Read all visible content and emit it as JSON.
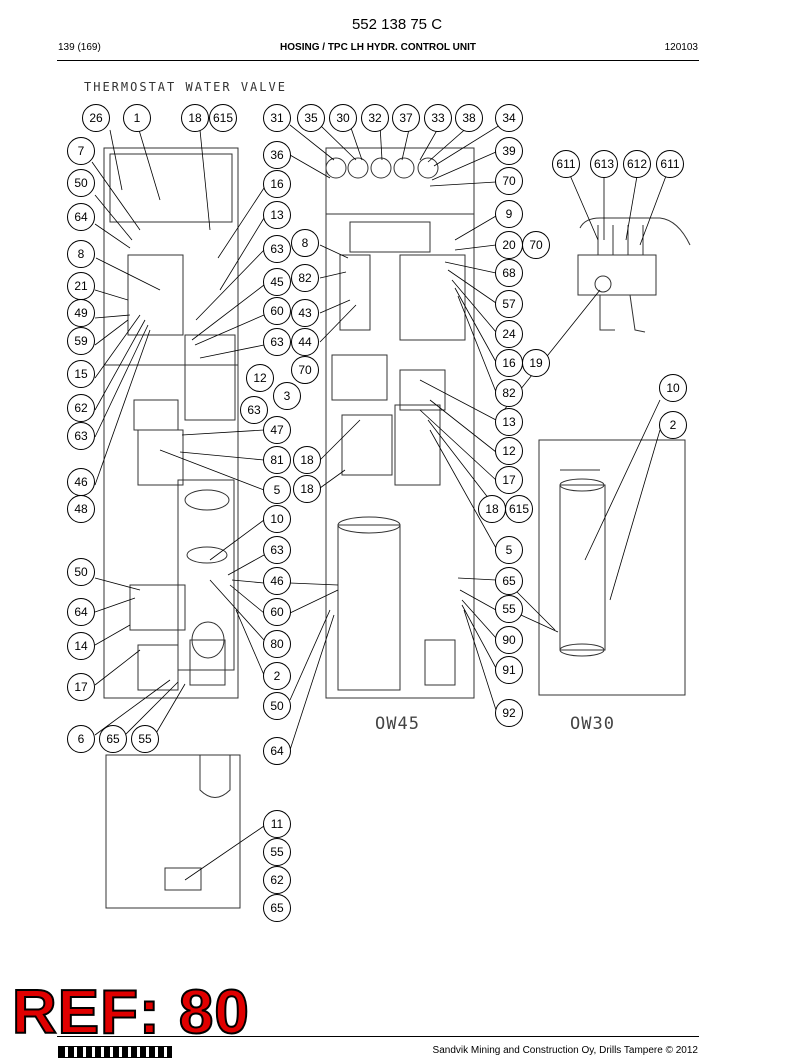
{
  "header": {
    "doc_number": "552 138 75 C",
    "page": "139 (169)",
    "title": "HOSING / TPC LH HYDR. CONTROL UNIT",
    "code": "120103"
  },
  "drawing": {
    "title": "THERMOSTAT WATER VALVE",
    "views": [
      "OW45",
      "OW30"
    ],
    "callouts": [
      "26",
      "1",
      "18",
      "615",
      "31",
      "35",
      "30",
      "32",
      "37",
      "33",
      "38",
      "34",
      "7",
      "36",
      "39",
      "611",
      "613",
      "612",
      "611",
      "50",
      "16",
      "70",
      "64",
      "13",
      "9",
      "8",
      "63",
      "8",
      "20",
      "70",
      "82",
      "68",
      "21",
      "45",
      "57",
      "49",
      "60",
      "43",
      "24",
      "59",
      "63",
      "44",
      "16",
      "19",
      "15",
      "70",
      "12",
      "3",
      "82",
      "10",
      "62",
      "63",
      "13",
      "2",
      "63",
      "47",
      "12",
      "81",
      "18",
      "46",
      "5",
      "18",
      "17",
      "48",
      "18",
      "615",
      "10",
      "5",
      "50",
      "63",
      "46",
      "65",
      "64",
      "60",
      "55",
      "14",
      "80",
      "90",
      "2",
      "91",
      "17",
      "50",
      "92",
      "6",
      "65",
      "55",
      "64",
      "11",
      "55",
      "62",
      "65"
    ]
  },
  "stamp": {
    "text": "REF: 80",
    "color": "#e00000"
  },
  "footer": {
    "copyright": "Sandvik Mining and Construction Oy, Drills Tampere © 2012"
  }
}
